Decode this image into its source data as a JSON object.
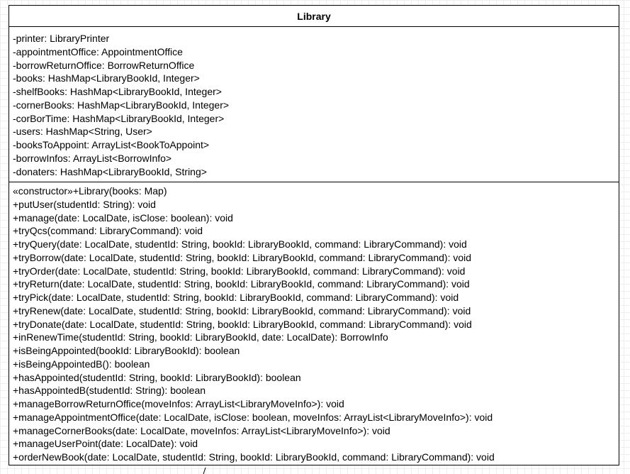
{
  "class": {
    "name": "Library",
    "attributes": [
      "-printer: LibraryPrinter",
      "-appointmentOffice: AppointmentOffice",
      "-borrowReturnOffice: BorrowReturnOffice",
      "-books: HashMap<LibraryBookId, Integer>",
      "-shelfBooks: HashMap<LibraryBookId, Integer>",
      "-cornerBooks: HashMap<LibraryBookId, Integer>",
      "-corBorTime: HashMap<LibraryBookId, Integer>",
      "-users: HashMap<String, User>",
      "-booksToAppoint: ArrayList<BookToAppoint>",
      "-borrowInfos: ArrayList<BorrowInfo>",
      "-donaters: HashMap<LibraryBookId, String>"
    ],
    "operations": [
      "«constructor»+Library(books: Map)",
      "+putUser(studentId: String): void",
      "+manage(date: LocalDate, isClose: boolean): void",
      "+tryQcs(command: LibraryCommand): void",
      "+tryQuery(date: LocalDate, studentId: String, bookId: LibraryBookId, command: LibraryCommand): void",
      "+tryBorrow(date: LocalDate, studentId: String, bookId: LibraryBookId, command: LibraryCommand): void",
      "+tryOrder(date: LocalDate, studentId: String, bookId: LibraryBookId, command: LibraryCommand): void",
      "+tryReturn(date: LocalDate, studentId: String, bookId: LibraryBookId, command: LibraryCommand): void",
      "+tryPick(date: LocalDate, studentId: String, bookId: LibraryBookId, command: LibraryCommand): void",
      "+tryRenew(date: LocalDate, studentId: String, bookId: LibraryBookId, command: LibraryCommand): void",
      "+tryDonate(date: LocalDate, studentId: String, bookId: LibraryBookId, command: LibraryCommand): void",
      "+inRenewTime(studentId: String, bookId: LibraryBookId, date: LocalDate): BorrowInfo",
      "+isBeingAppointed(bookId: LibraryBookId): boolean",
      "+isBeingAppointedB(): boolean",
      "+hasAppointed(studentId: String, bookId: LibraryBookId): boolean",
      "+hasAppointedB(studentId: String): boolean",
      "+manageBorrowReturnOffice(moveInfos: ArrayList<LibraryMoveInfo>): void",
      "+manageAppointmentOffice(date: LocalDate, isClose: boolean, moveInfos: ArrayList<LibraryMoveInfo>): void",
      "+manageCornerBooks(date: LocalDate, moveInfos: ArrayList<LibraryMoveInfo>): void",
      "+manageUserPoint(date: LocalDate): void",
      "+orderNewBook(date: LocalDate, studentId: String, bookId: LibraryBookId, command: LibraryCommand): void"
    ]
  },
  "colors": {
    "background": "#ffffff",
    "grid": "#eeeeee",
    "stroke": "#000000"
  }
}
